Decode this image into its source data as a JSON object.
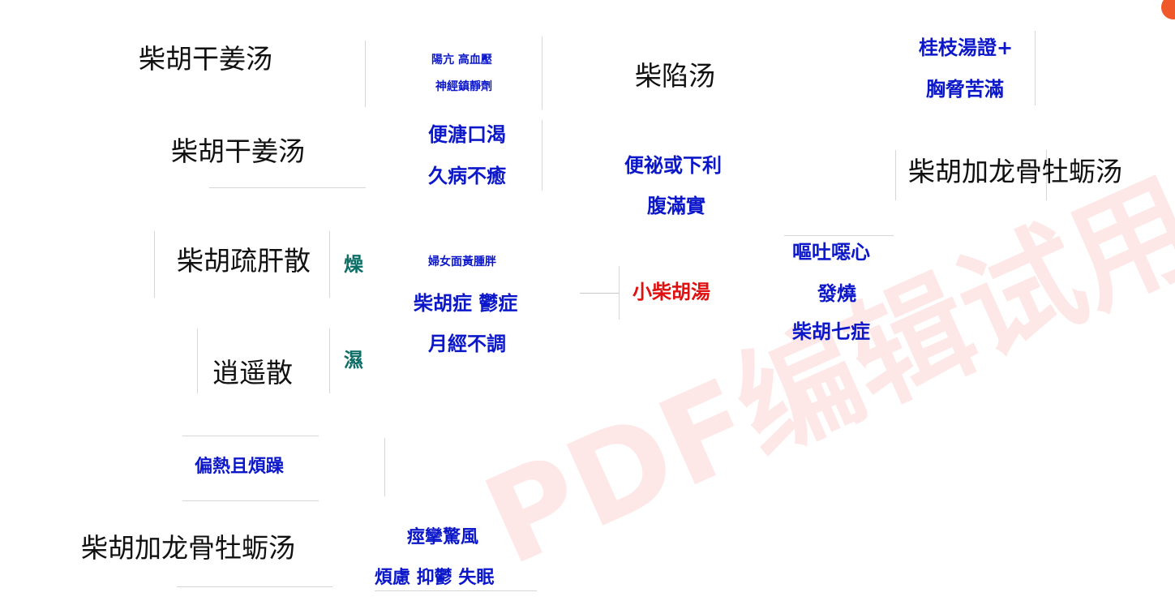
{
  "watermark": "PDF编辑试用",
  "formulas": {
    "f1": "柴胡干姜汤",
    "f2": "柴胡干姜汤",
    "f3": "柴胡疏肝散",
    "f4": "逍遥散",
    "f5": "柴胡加龙骨牡蛎汤",
    "f6": "柴陷汤",
    "f7": "柴胡加龙骨牡蛎汤",
    "center": "小柴胡湯"
  },
  "labels": {
    "dry": "燥",
    "damp": "濕"
  },
  "symptoms": {
    "hypertension_1": "陽亢  高血壓",
    "hypertension_2": "神經鎮靜劑",
    "ganjiang_1": "便溏口渴",
    "ganjiang_2": "久病不癒",
    "women_1": "婦女面黃腫胖",
    "women_2": "柴胡症 鬱症",
    "women_3": "月經不調",
    "heat": "偏熱且煩躁",
    "longgu_1": "痙攣驚風",
    "longgu_2": "煩慮 抑鬱 失眠",
    "constipation_1": "便祕或下利",
    "constipation_2": "腹滿實",
    "guizhi_1": "桂枝湯證+",
    "guizhi_2": "胸脅苦滿",
    "nausea_1": "嘔吐噁心",
    "nausea_2": "發燒",
    "nausea_3": "柴胡七症"
  },
  "colors": {
    "blue": "#0b17c9",
    "teal": "#0d6e66",
    "red": "#e01010",
    "formula_text": "#111111",
    "badge": "#f0582a"
  }
}
